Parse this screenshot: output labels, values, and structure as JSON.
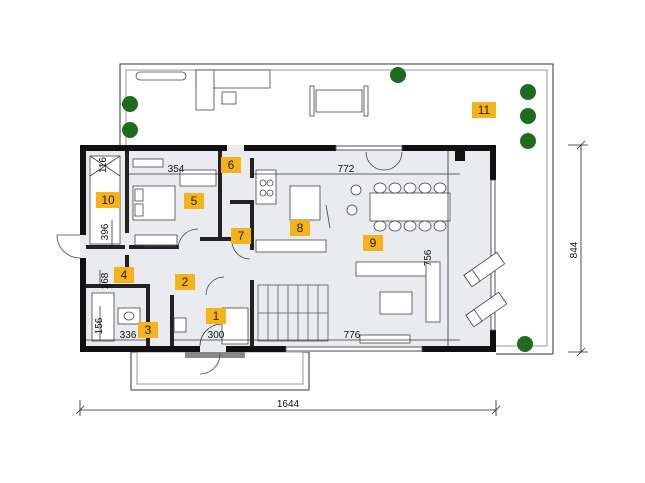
{
  "rooms": [
    {
      "id": "1",
      "fill": "#f6b21a"
    },
    {
      "id": "2",
      "fill": "#f6b21a"
    },
    {
      "id": "3",
      "fill": "#f6b21a"
    },
    {
      "id": "4",
      "fill": "#f6b21a"
    },
    {
      "id": "5",
      "fill": "#f6b21a"
    },
    {
      "id": "6",
      "fill": "#f6b21a"
    },
    {
      "id": "7",
      "fill": "#f6b21a"
    },
    {
      "id": "8",
      "fill": "#f6b21a"
    },
    {
      "id": "9",
      "fill": "#f6b21a"
    },
    {
      "id": "10",
      "fill": "#f6b21a"
    },
    {
      "id": "11",
      "fill": "#f6b21a"
    }
  ],
  "dimensions": {
    "overall_width": "1644",
    "overall_depth": "844",
    "bedroom_width": "354",
    "living_width": "772",
    "living_depth": "756",
    "hall_width": "776",
    "entry_width": "300",
    "bath_width": "336",
    "storage_depth": "396",
    "closet_depth": "168",
    "wc_depth": "156",
    "wall_offset": "116"
  },
  "colors": {
    "wall": "#111111",
    "floor_tint": "#e9ebee",
    "label_bg": "#f6b21a",
    "plant": "#1f6b1f"
  }
}
